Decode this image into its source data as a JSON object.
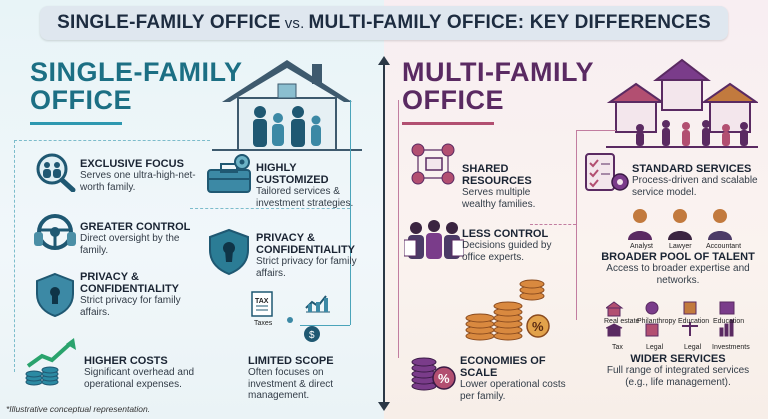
{
  "title": {
    "part1": "SINGLE-FAMILY OFFICE",
    "vs": "vs.",
    "part2": "MULTI-FAMILY OFFICE: KEY DIFFERENCES"
  },
  "single": {
    "title_line1": "SINGLE-FAMILY",
    "title_line2": "OFFICE",
    "items": [
      {
        "heading": "EXCLUSIVE FOCUS",
        "desc": "Serves one ultra-high-net-worth family."
      },
      {
        "heading": "GREATER CONTROL",
        "desc": "Direct oversight by the family."
      },
      {
        "heading": "PRIVACY & CONFIDENTIALITY",
        "desc": "Strict privacy for family affairs."
      },
      {
        "heading": "HIGHER COSTS",
        "desc": "Significant overhead and operational expenses."
      },
      {
        "heading": "HIGHLY CUSTOMIZED",
        "desc": "Tailored services & investment strategies."
      },
      {
        "heading": "PRIVACY & CONFIDENTIALITY",
        "desc": "Strict privacy for family affairs."
      },
      {
        "heading": "LIMITED SCOPE",
        "desc": "Often focuses on investment & direct management."
      }
    ],
    "icon_labels": {
      "taxes": "Taxes",
      "taxes_doc": "TAX"
    }
  },
  "multi": {
    "title_line1": "MULTI-FAMILY",
    "title_line2": "OFFICE",
    "items": [
      {
        "heading": "SHARED RESOURCES",
        "desc": "Serves multiple wealthy families."
      },
      {
        "heading": "STANDARD SERVICES",
        "desc": "Process-driven and scalable service model."
      },
      {
        "heading": "LESS CONTROL",
        "desc": "Decisions guided by office experts."
      },
      {
        "heading": "BROADER POOL OF TALENT",
        "desc": "Access to broader expertise and networks."
      },
      {
        "heading": "ECONOMIES OF SCALE",
        "desc": "Lower operational costs per family."
      },
      {
        "heading": "WIDER SERVICES",
        "desc": "Full range of integrated services (e.g., life management)."
      }
    ],
    "roles": [
      "Analyst",
      "Lawyer",
      "Accountant"
    ],
    "services": [
      "Real estate",
      "Philanthropy",
      "Education",
      "Education",
      "Tax",
      "Legal",
      "Legal",
      "Investments"
    ]
  },
  "footnote": "*Illustrative conceptual representation.",
  "colors": {
    "single_accent": "#1c6f84",
    "multi_accent": "#5a2a62",
    "divider": "#2b3846"
  }
}
